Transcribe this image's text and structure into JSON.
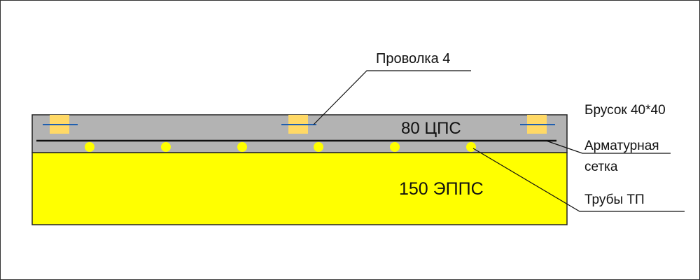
{
  "diagram": {
    "colors": {
      "screed": "#b3b3b3",
      "insulation": "#ffff00",
      "beam": "#ffd966",
      "wire": "#1f5fb0",
      "pipe": "#ffff00",
      "mesh": "#111111"
    },
    "layers": {
      "screed_label": "80 ЦПС",
      "insulation_label": "150 ЭППС"
    },
    "callouts": {
      "wire": "Проволка 4",
      "beam": "Брусок 40*40",
      "mesh_line1": "Арматурная",
      "mesh_line2": "сетка",
      "pipes": "Трубы ТП"
    },
    "elements": {
      "beam_count": 3,
      "pipe_count": 6
    }
  }
}
